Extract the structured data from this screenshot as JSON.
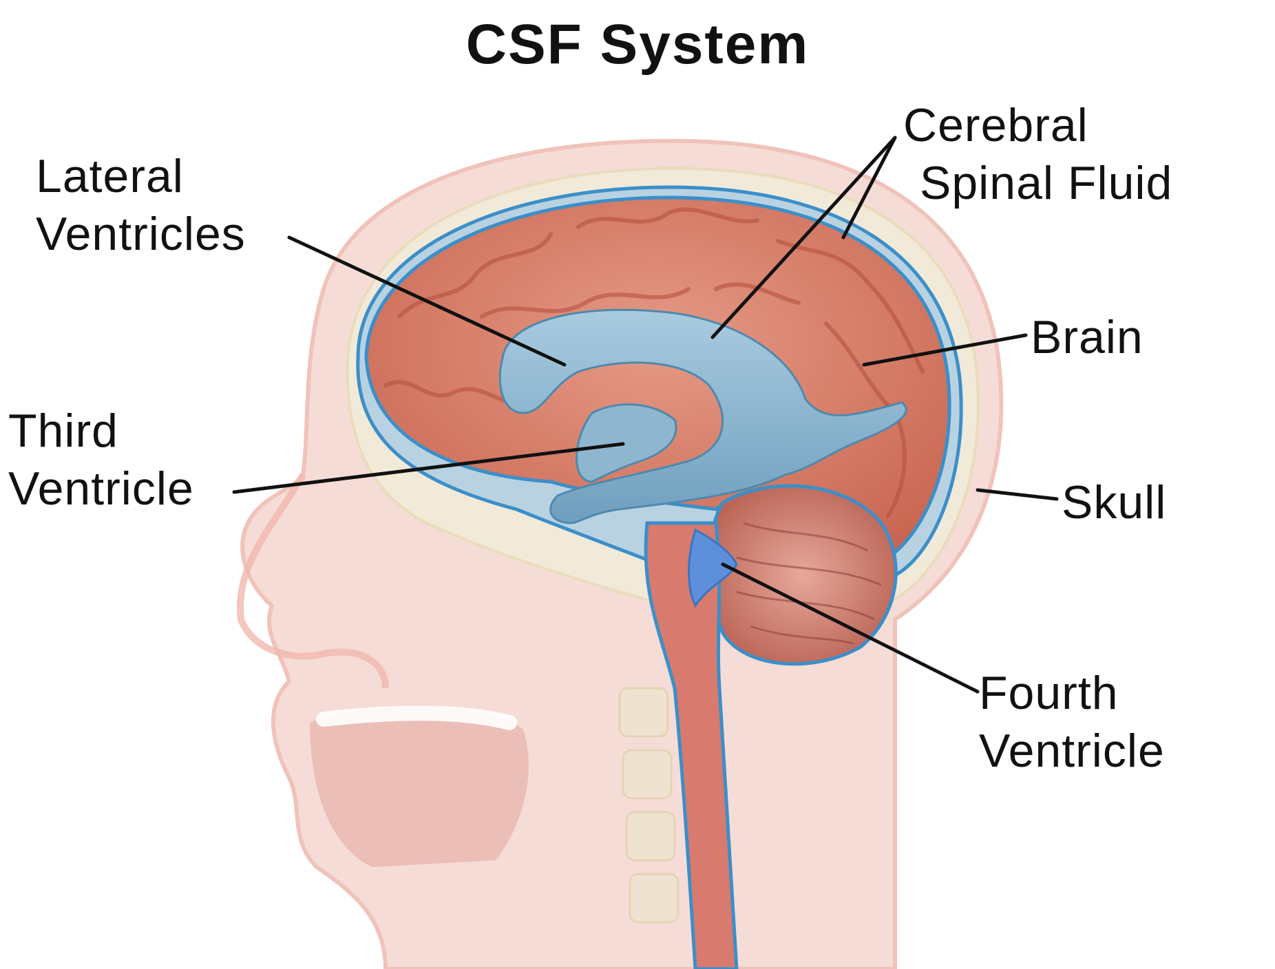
{
  "title": "CSF System",
  "labels": {
    "lateral_ventricles": [
      "Lateral",
      "Ventricles"
    ],
    "third_ventricle": [
      "Third",
      "Ventricle"
    ],
    "cerebral_spinal_fluid": [
      "Cerebral",
      "Spinal Fluid"
    ],
    "brain": [
      "Brain"
    ],
    "skull": [
      "Skull"
    ],
    "fourth_ventricle": [
      "Fourth",
      "Ventricle"
    ]
  },
  "colors": {
    "brain": "#d9826d",
    "csf": "#8fb6cf",
    "csf_outline": "#3b8fc9",
    "spinal_cord": "#d97a6e",
    "head_ghost": "#f3c9c2",
    "skull_bone": "#f1ead9",
    "leader_line": "#111111"
  }
}
